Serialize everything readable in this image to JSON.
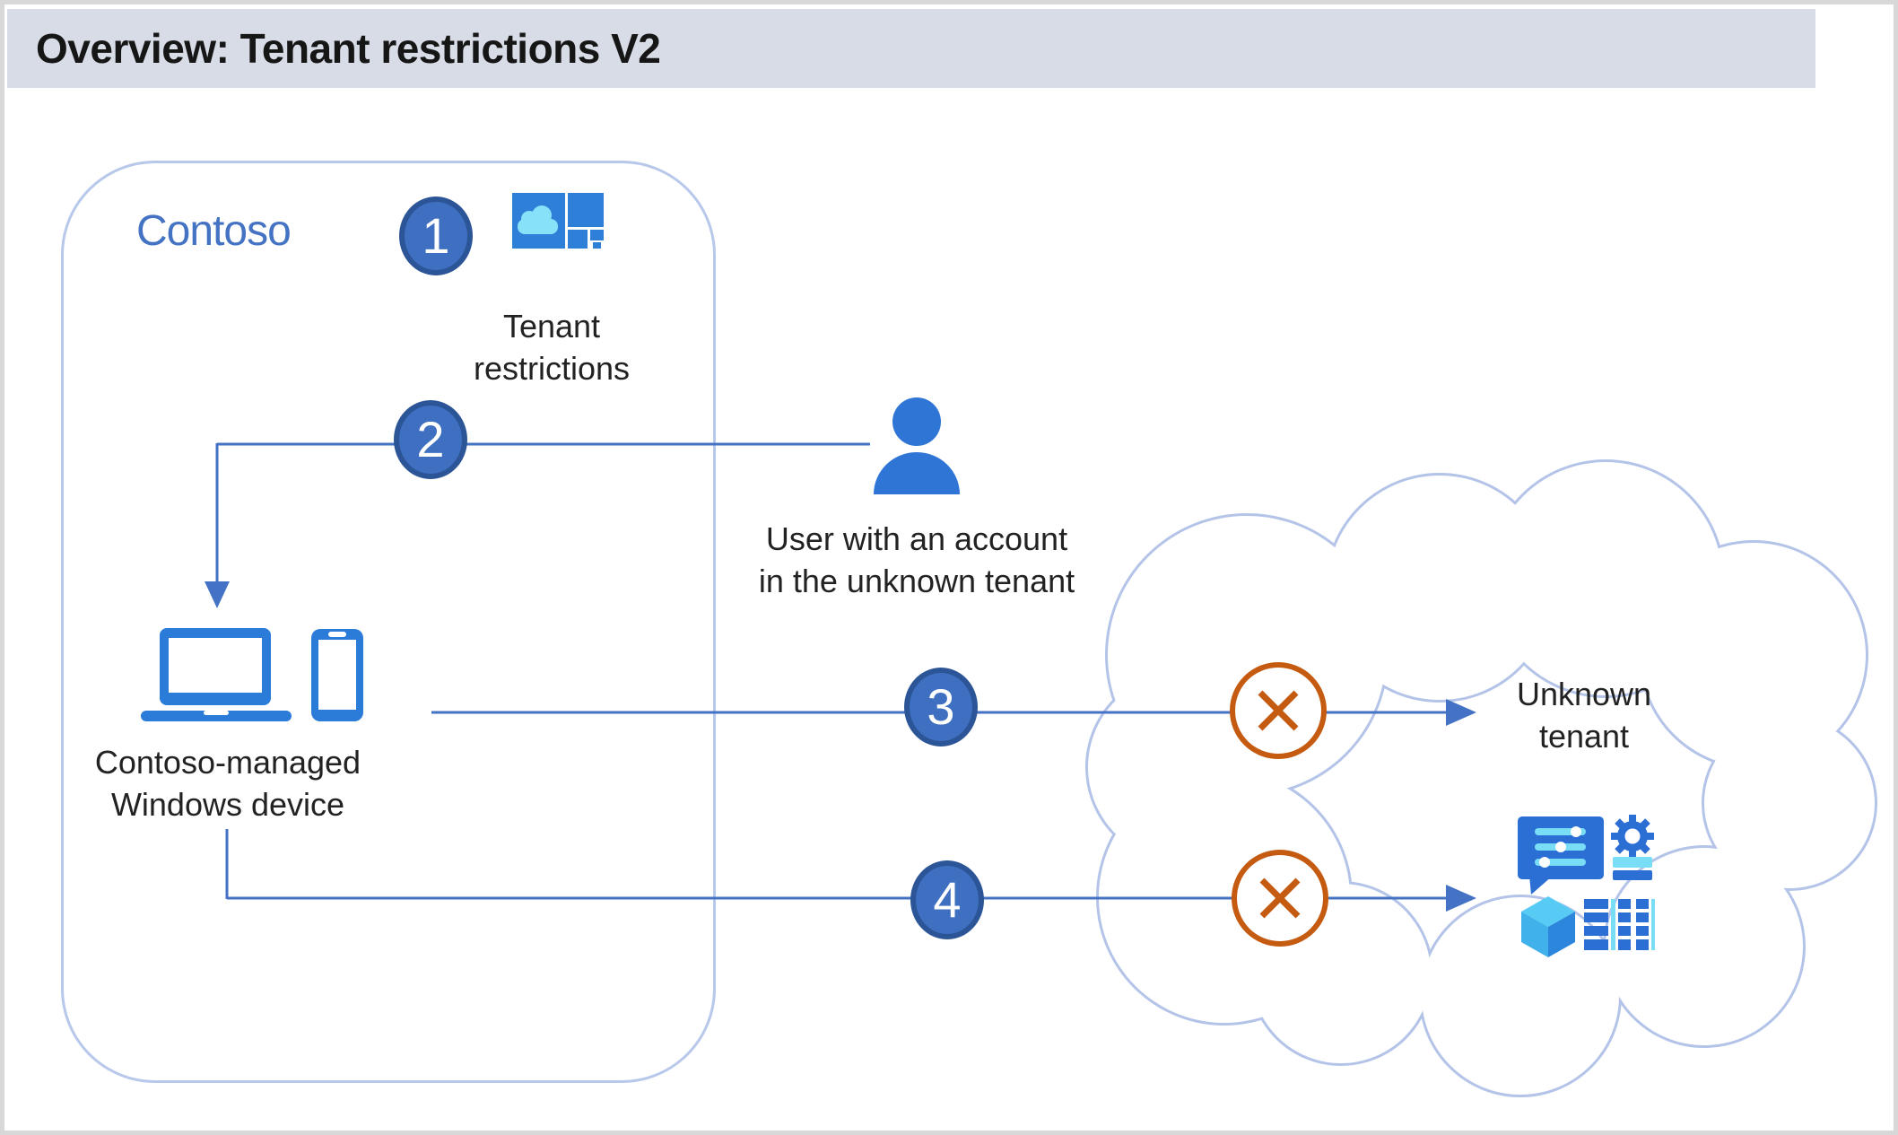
{
  "title": "Overview: Tenant restrictions V2",
  "org": {
    "name": "Contoso"
  },
  "steps": [
    {
      "number": "1",
      "label_line1": "Tenant",
      "label_line2": "restrictions"
    },
    {
      "number": "2"
    },
    {
      "number": "3"
    },
    {
      "number": "4"
    }
  ],
  "labels": {
    "user_line1": "User with an account",
    "user_line2": "in the unknown tenant",
    "device_line1": "Contoso-managed",
    "device_line2": "Windows device",
    "unknown_line1": "Unknown",
    "unknown_line2": "tenant"
  },
  "icon_names": {
    "tenant_restrictions": "cloud-policy-grid-icon",
    "user": "person-icon",
    "device": "laptop-and-phone-icon",
    "blocked": "blocked-x-icon",
    "unknown_tenant_apps": "apps-gear-cube-table-icons",
    "cloud": "cloud-outline"
  },
  "colors": {
    "titlebar_bg": "#d7dce6",
    "title_text": "#161616",
    "boundary_border": "#b7c8ea",
    "org_text": "#4573c4",
    "line_blue": "#4472c4",
    "step_fill": "#3e6fc1",
    "step_border": "#2b5597",
    "blocked_orange": "#c55a11",
    "icon_blue": "#2b77d6",
    "icon_cyan": "#79ddf6",
    "cloud_stroke": "#b4c4e8",
    "label_text": "#222222",
    "outer_border": "#d8d8d8"
  }
}
